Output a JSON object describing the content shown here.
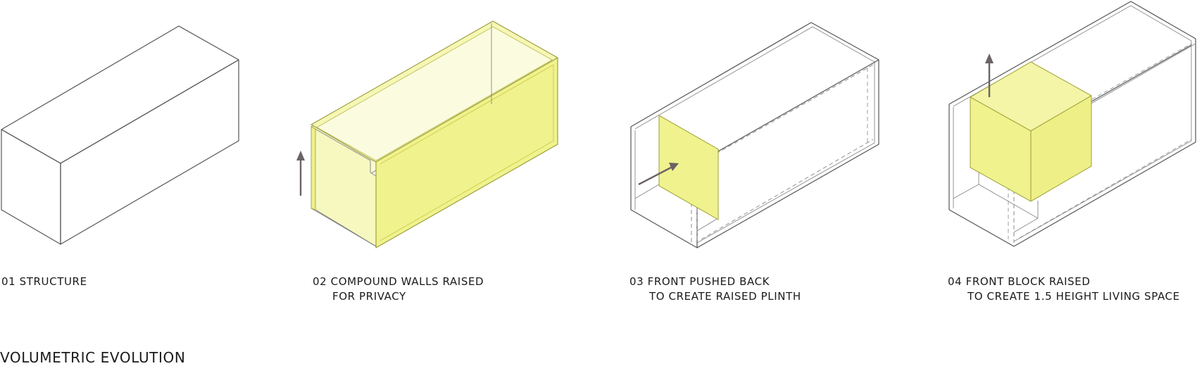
{
  "title": "VOLUMETRIC EVOLUTION",
  "colors": {
    "line": "#555555",
    "dash": "#888888",
    "highlight": "#f0f28e",
    "highlight_light": "#f9facf",
    "highlight_edge": "#c9cc47",
    "arrow": "#6b6266"
  },
  "steps": [
    {
      "label_line1": "01 STRUCTURE",
      "label_line2": ""
    },
    {
      "label_line1": "02 COMPOUND WALLS RAISED",
      "label_line2": "FOR PRIVACY"
    },
    {
      "label_line1": "03 FRONT PUSHED BACK",
      "label_line2": "TO CREATE RAISED PLINTH"
    },
    {
      "label_line1": "04 FRONT BLOCK RAISED",
      "label_line2": "TO CREATE 1.5 HEIGHT LIVING SPACE"
    }
  ]
}
